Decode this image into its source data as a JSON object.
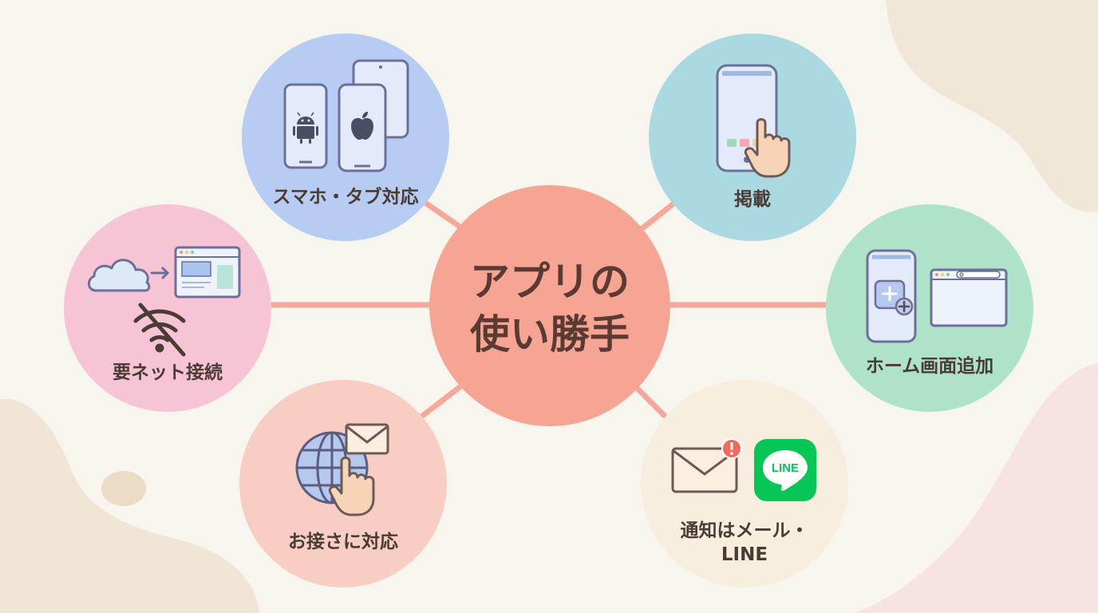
{
  "center": {
    "line1": "アプリの",
    "line2": "使い勝手"
  },
  "nodes": {
    "device_support": {
      "label": "スマホ・タブ対応"
    },
    "posting": {
      "label": "掲載"
    },
    "internet_required": {
      "label": "要ネット接続"
    },
    "home_screen": {
      "label": "ホーム画面追加"
    },
    "elderly_friendly": {
      "label": "お接さに対応"
    },
    "notification": {
      "label_line1": "通知はメール・",
      "label_line2": "LINE"
    }
  },
  "icons": {
    "line_logo_text": "LINE"
  },
  "colors": {
    "center": "#f6a595",
    "device_support": "#b7ccf2",
    "posting": "#abd9e2",
    "internet_required": "#f7c4d6",
    "home_screen": "#aee3c9",
    "elderly_friendly": "#f8cdc4",
    "notification": "#f7eedf",
    "connector": "#f4a89b",
    "line_green": "#06c755"
  }
}
